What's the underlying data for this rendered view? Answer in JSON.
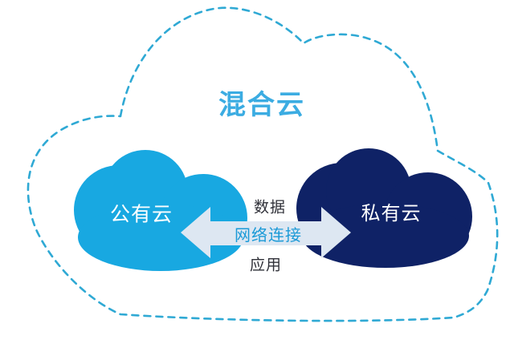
{
  "diagram": {
    "title": "混合云",
    "title_color": "#3BACE2",
    "outer_cloud": {
      "outline_color": "#2FA9D4",
      "outline_style": "dashed"
    },
    "public_cloud": {
      "label": "公有云",
      "fill": "#18A8E1",
      "label_color": "#FFFFFF"
    },
    "private_cloud": {
      "label": "私有云",
      "fill": "#0F2266",
      "label_color": "#FFFFFF"
    },
    "connection_arrow": {
      "fill": "#DDE7F2",
      "direction": "bidirectional",
      "label_top": "数据",
      "label_middle": "网络连接",
      "label_bottom": "应用",
      "label_middle_color": "#1B9AD7",
      "label_side_color": "#2F3038"
    }
  }
}
